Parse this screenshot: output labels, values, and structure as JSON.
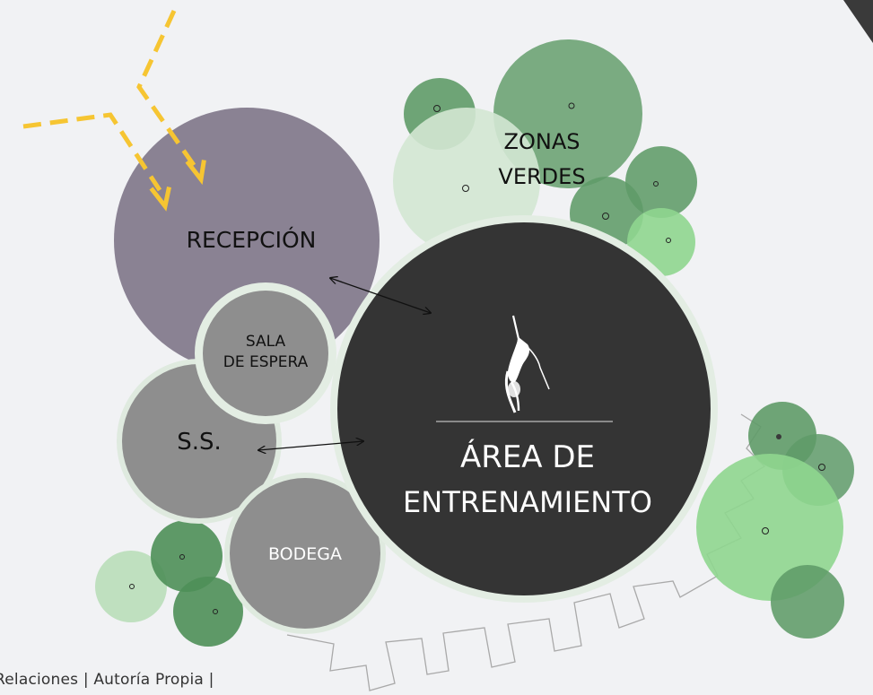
{
  "labels": {
    "reception": "RECEPCIÓN",
    "waiting_1": "SALA",
    "waiting_2": "DE ESPERA",
    "restrooms": "S.S.",
    "storage": "BODEGA",
    "green_1": "ZONAS",
    "green_2": "VERDES",
    "training_1": "ÁREA DE",
    "training_2": "ENTRENAMIENTO"
  },
  "caption": "Relaciones | Autoría Propia |",
  "colors": {
    "background": "#f1f2f4",
    "reception": "#8a8293",
    "training": "#343434",
    "service_rooms": "#8e8e8e",
    "green_dark": "#5e9a67",
    "green_light": "#cde5cd",
    "green_bright": "#8fd68f",
    "access_arrows": "#f6c532",
    "outline": "#a9a9a9"
  },
  "icons": [
    "gymnast-icon",
    "double-arrow-icon",
    "access-arrow-icon"
  ]
}
